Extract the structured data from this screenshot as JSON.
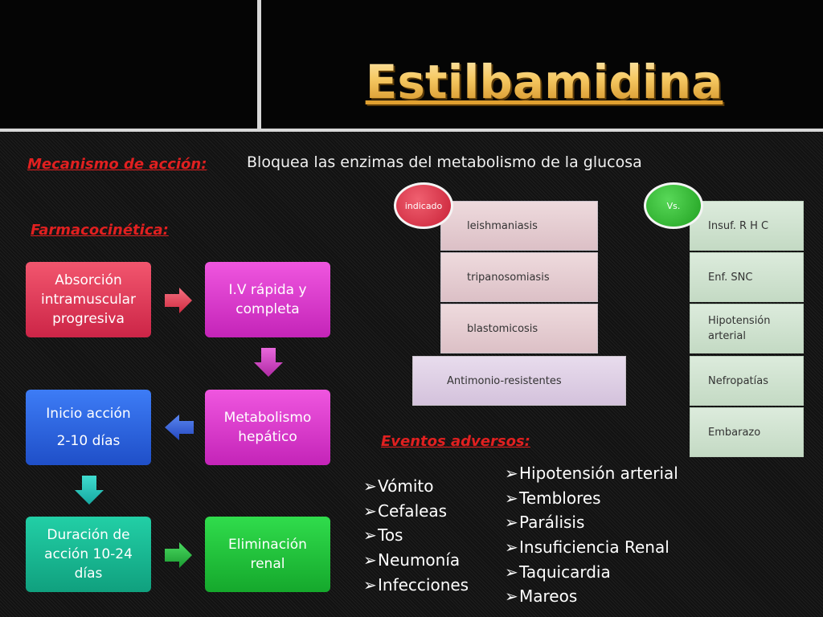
{
  "title": "Estilbamidina",
  "mecanismo": {
    "label": "Mecanismo de acción:",
    "text": "Bloquea las enzimas del metabolismo de la glucosa"
  },
  "farmacocinetica": {
    "label": "Farmacocinética:",
    "boxes": [
      {
        "lines": [
          "Absorción",
          "intramuscular",
          "progresiva"
        ],
        "color": "#dd3658"
      },
      {
        "lines": [
          "I.V rápida y",
          "completa"
        ],
        "color": "#d83ccb"
      },
      {
        "lines": [
          "Metabolismo",
          "hepático"
        ],
        "color": "#d83ccb"
      },
      {
        "lines": [
          "Inicio acción",
          "2-10 días"
        ],
        "color": "#2e66e6"
      },
      {
        "lines": [
          "Duración de",
          "acción 10-24",
          "días"
        ],
        "color": "#18b890"
      },
      {
        "lines": [
          "Eliminación",
          "renal"
        ],
        "color": "#22c23a"
      }
    ]
  },
  "indicado": {
    "badge": "indicado",
    "items": [
      "leishmaniasis",
      "tripanosomiasis",
      "blastomicosis",
      "Antimonio-resistentes"
    ]
  },
  "contra": {
    "badge": "Vs.",
    "items": [
      "Insuf. R H C",
      "Enf. SNC",
      "Hipotensión arterial",
      "Nefropatías",
      "Embarazo"
    ]
  },
  "eventos": {
    "label": "Eventos adversos:",
    "bullet": "➢",
    "col1": [
      "Vómito",
      "Cefaleas",
      "Tos",
      "Neumonía",
      "Infecciones"
    ],
    "col2": [
      "Hipotensión arterial",
      "Temblores",
      "Parálisis",
      "Insuficiencia Renal",
      "Taquicardia",
      "Mareos"
    ]
  },
  "colors": {
    "title_gold": "#f2b94a",
    "label_red": "#e12020",
    "arrow_red": "#e83a4c",
    "arrow_magenta": "#c43ab8",
    "arrow_blue": "#2f5fd8",
    "arrow_teal": "#20c0b0",
    "arrow_green": "#22b040"
  }
}
